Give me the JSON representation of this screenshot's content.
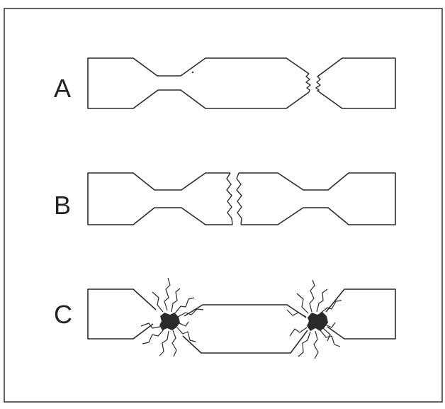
{
  "figure": {
    "labels": {
      "a": "A",
      "b": "B",
      "c": "C"
    },
    "colors": {
      "line": "#2a2a2a",
      "background": "#ffffff"
    }
  }
}
